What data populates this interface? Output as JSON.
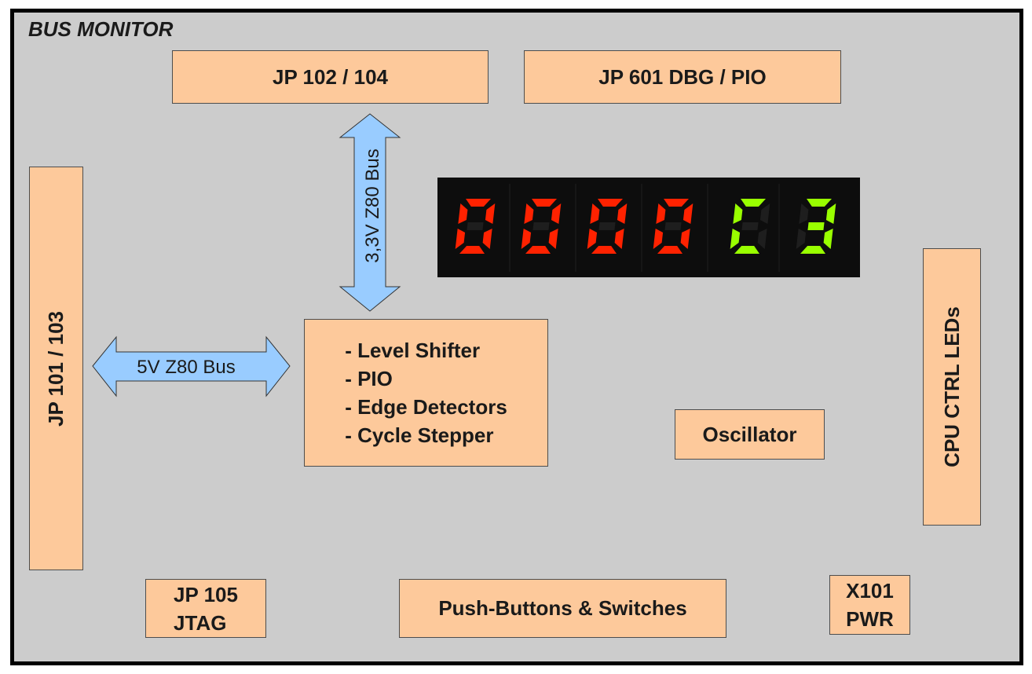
{
  "title": "BUS MONITOR",
  "blocks": {
    "jp102_104": "JP 102 / 104",
    "jp601": "JP 601 DBG / PIO",
    "jp101_103": "JP 101 / 103",
    "cpu_ctrl_leds": "CPU CTRL LEDs",
    "oscillator": "Oscillator",
    "jp105_line1": "JP 105",
    "jp105_line2": "JTAG",
    "push_buttons": "Push-Buttons & Switches",
    "x101_line1": "X101",
    "x101_line2": "PWR"
  },
  "core_features": [
    "- Level Shifter",
    "- PIO",
    "- Edge Detectors",
    "- Cycle Stepper"
  ],
  "arrows": {
    "vertical": "3,3V Z80 Bus",
    "horizontal": "5V Z80 Bus"
  },
  "display": {
    "digits": [
      "0",
      "0",
      "0",
      "0",
      "C",
      "3"
    ],
    "colors": [
      "#ff2200",
      "#ff2200",
      "#ff2200",
      "#ff2200",
      "#99ff00",
      "#99ff00"
    ],
    "background": "#0d0d0d"
  },
  "colors": {
    "board": "#cccccc",
    "block_fill": "#fdc99b",
    "arrow_fill": "#99ccff"
  }
}
